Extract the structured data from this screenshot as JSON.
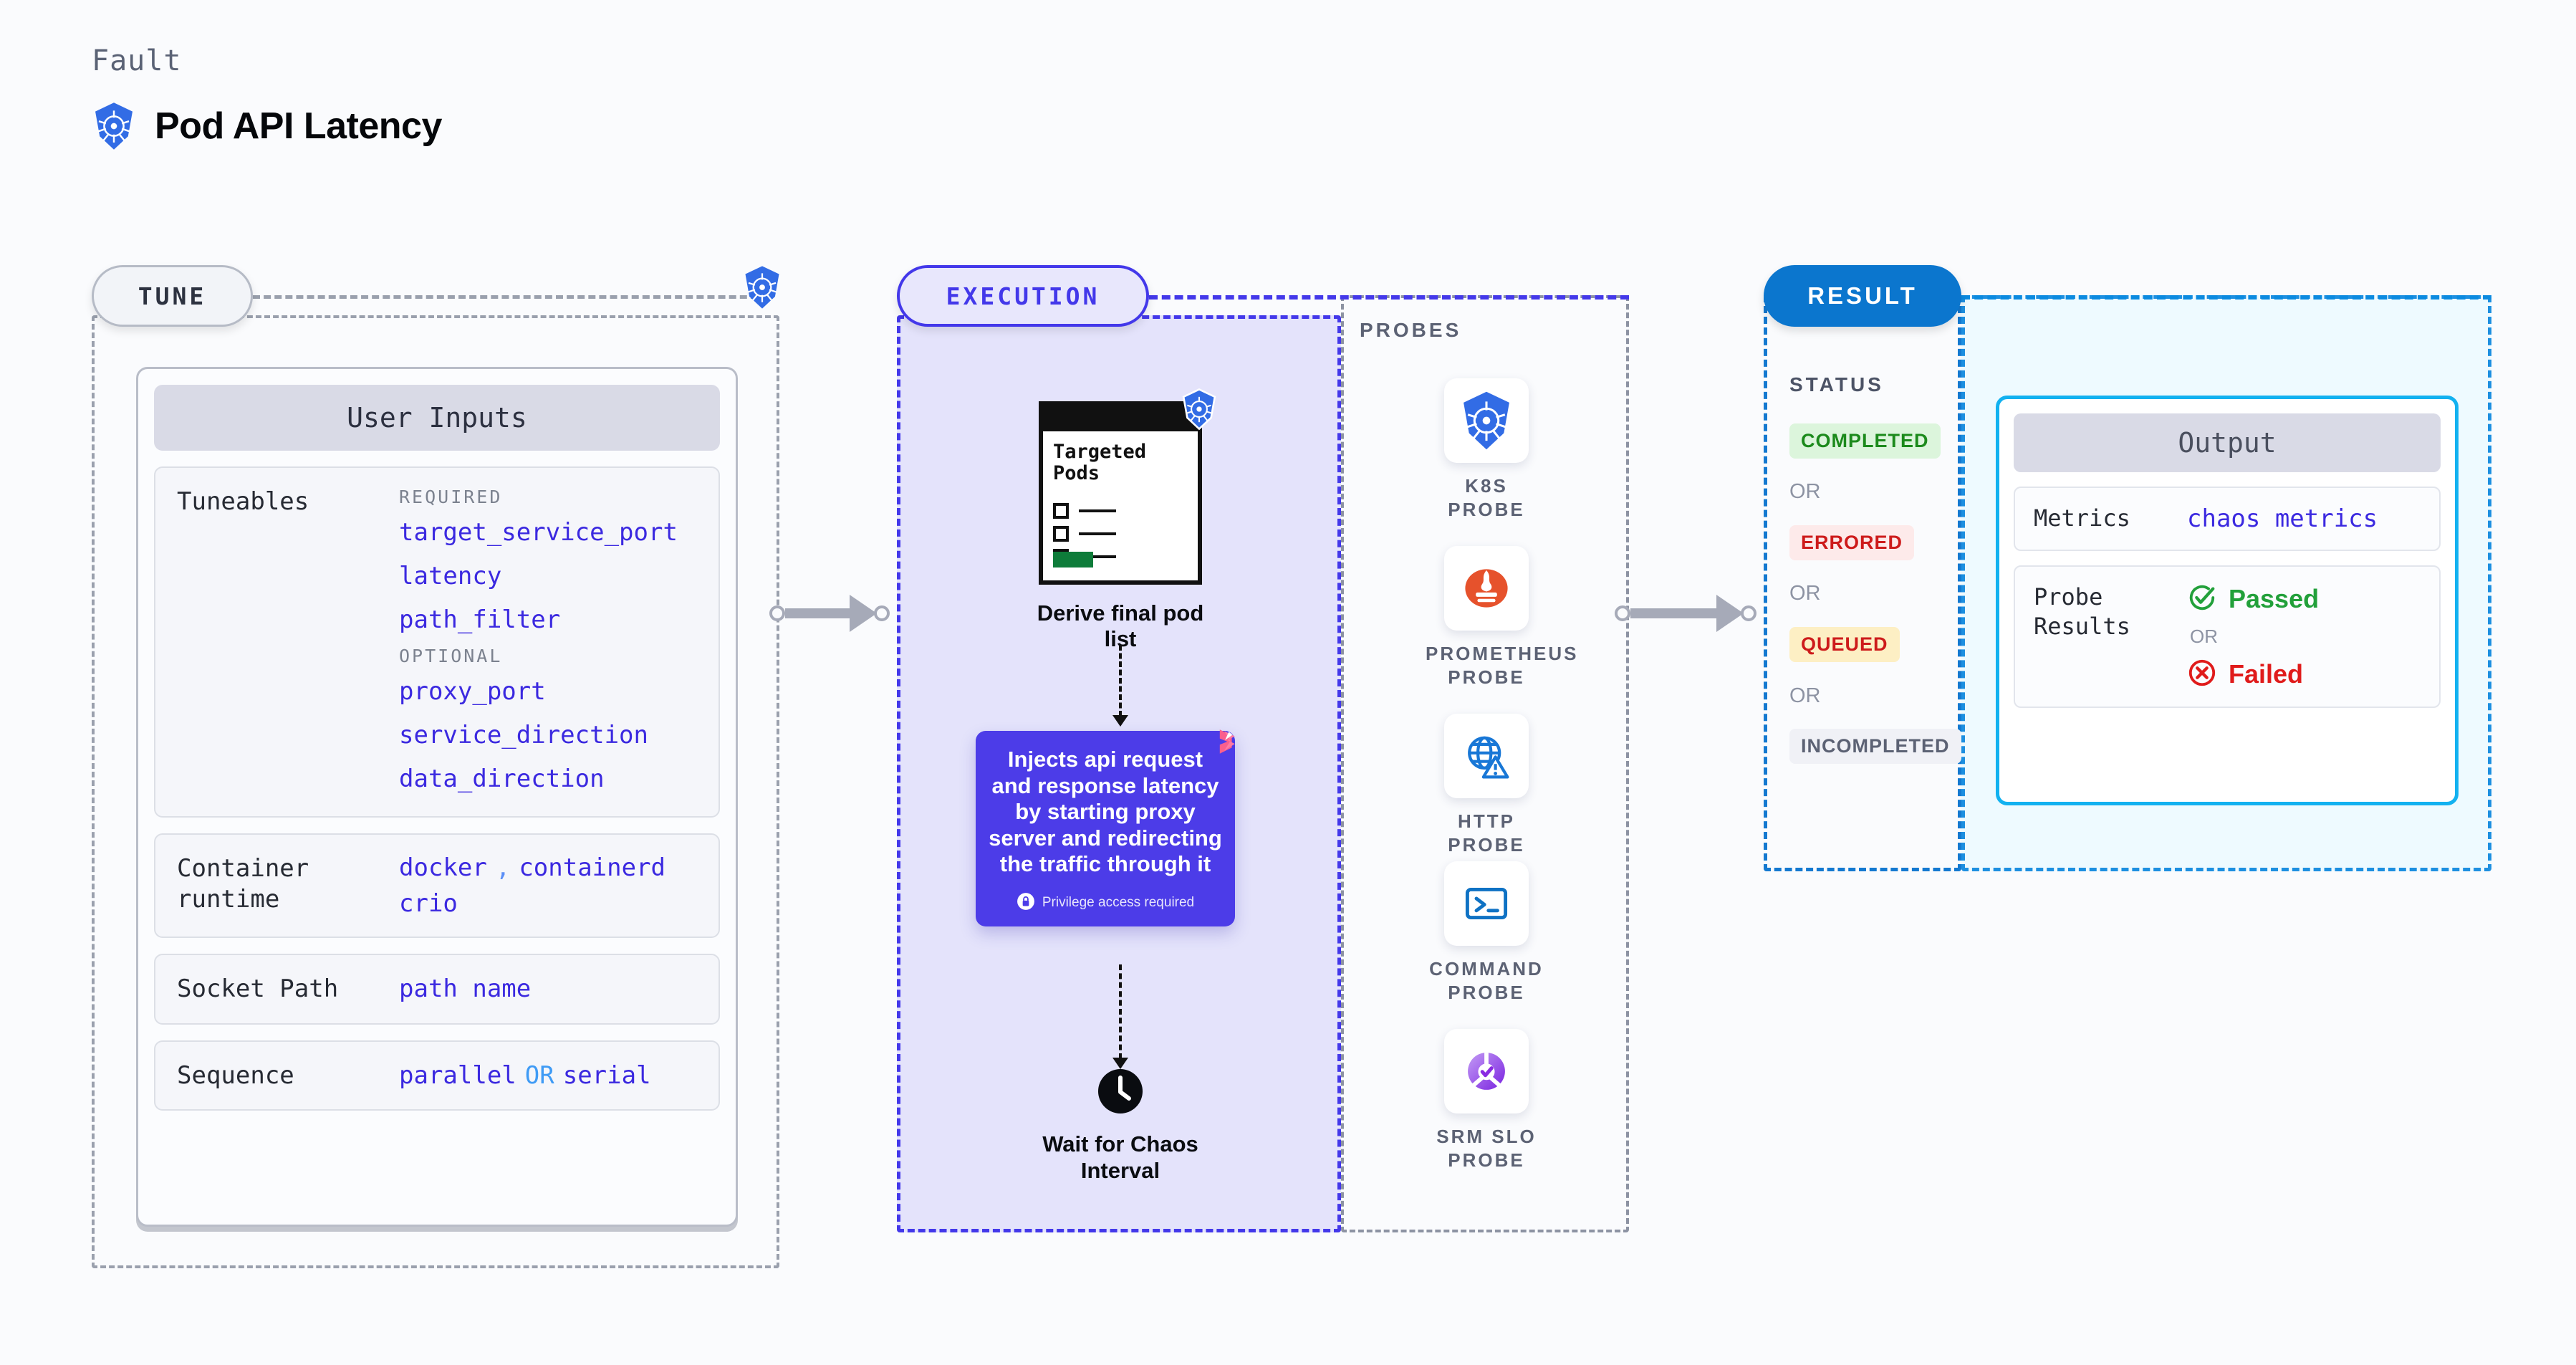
{
  "header": {
    "kicker": "Fault",
    "title": "Pod API Latency",
    "logo_icon": "kubernetes-icon"
  },
  "stages": {
    "tune": {
      "pill_label": "TUNE",
      "badge_icon": "kubernetes-icon",
      "card_title": "User Inputs",
      "rows": [
        {
          "label": "Tuneables",
          "groups": [
            {
              "heading": "REQUIRED",
              "items": [
                "target_service_port",
                "latency",
                "path_filter"
              ]
            },
            {
              "heading": "OPTIONAL",
              "items": [
                "proxy_port",
                "service_direction",
                "data_direction"
              ]
            }
          ]
        },
        {
          "label": "Container runtime",
          "values": [
            "docker",
            ",",
            "containerd",
            "crio"
          ]
        },
        {
          "label": "Socket Path",
          "values": [
            "path name"
          ]
        },
        {
          "label": "Sequence",
          "values": [
            "parallel",
            "OR",
            "serial"
          ]
        }
      ]
    },
    "execution": {
      "pill_label": "EXECUTION",
      "pods_card": {
        "title_line1": "Targeted",
        "title_line2": "Pods",
        "badge_icon": "kubernetes-icon"
      },
      "derive_label": "Derive final pod list",
      "inject_card": {
        "text": "Injects api request and response latency by starting proxy server and redirecting the traffic through it",
        "privilege_note": "Privilege access required",
        "privilege_icon": "lock-icon",
        "corner_icon": "harness-icon"
      },
      "wait": {
        "icon": "clock-icon",
        "label_line1": "Wait for Chaos",
        "label_line2": "Interval"
      }
    },
    "probes": {
      "section_label": "PROBES",
      "items": [
        {
          "label": "K8S PROBE",
          "icon": "kubernetes-icon"
        },
        {
          "label": "PROMETHEUS PROBE",
          "icon": "prometheus-icon"
        },
        {
          "label": "HTTP PROBE",
          "icon": "globe-warning-icon"
        },
        {
          "label": "COMMAND PROBE",
          "icon": "terminal-icon"
        },
        {
          "label": "SRM SLO PROBE",
          "icon": "srm-slo-icon"
        }
      ]
    },
    "result": {
      "pill_label": "RESULT",
      "status_label": "STATUS",
      "or_label": "OR",
      "badges": [
        {
          "text": "COMPLETED",
          "bg": "#dcf5dc",
          "fg": "#1c8a1c"
        },
        {
          "text": "ERRORED",
          "bg": "#fdeaea",
          "fg": "#cd1b1b"
        },
        {
          "text": "QUEUED",
          "bg": "#fdefc4",
          "fg": "#cd1b1b"
        },
        {
          "text": "INCOMPLETED",
          "bg": "#f0f1f6",
          "fg": "#5c6274"
        }
      ]
    },
    "output": {
      "card_title": "Output",
      "metrics_label": "Metrics",
      "metrics_value": "chaos metrics",
      "probe_results_label": "Probe Results",
      "passed_label": "Passed",
      "passed_icon": "check-circle-icon",
      "or_label": "OR",
      "failed_label": "Failed",
      "failed_icon": "x-circle-icon"
    }
  },
  "colors": {
    "accent_purple": "#4338ea",
    "accent_blue": "#0b76ce",
    "tunable_blue": "#3b29e0",
    "pass_green": "#22a03a",
    "fail_red": "#e01b1b",
    "k8s_blue": "#326ce5"
  }
}
